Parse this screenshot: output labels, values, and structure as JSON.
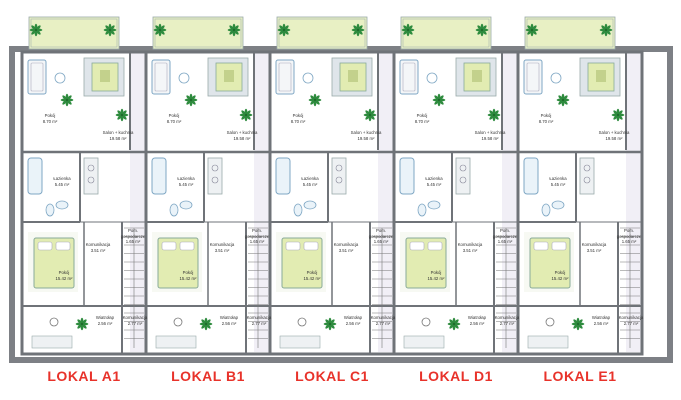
{
  "colors": {
    "wall": "#6f7378",
    "outer_wall": "#7d8085",
    "floor": "#ffffff",
    "terrace": "#e8f0c4",
    "bed_cover": "#e2ecb2",
    "stair_hall": "#e4e0ee",
    "fixture": "#7fa7c4",
    "plant": "#2e8b3e",
    "title": "#e8322a"
  },
  "units": [
    {
      "title": "LOKAL A1",
      "room_pokoj": "Pokój",
      "room_pokoj_area": "8.70 m²",
      "room_salon": "Salon + kuchnia",
      "room_salon_area": "19.58 m²",
      "room_lazienka": "Łazienka",
      "room_lazienka_area": "5.45 m²",
      "room_komunikacja": "Komunikacja",
      "room_komunikacja_area": "3.51 m²",
      "room_pom": "Pom.",
      "room_pom_2": "gospodarcze",
      "room_pom_area": "1.65 m²",
      "room_pokoj2": "Pokój",
      "room_pokoj2_area": "15.42 m²",
      "room_wiatrolap": "Wiatrołap",
      "room_wiatrolap_area": "2.56 m²",
      "room_kom2": "Komunikacja",
      "room_kom2_area": "2.77 m²"
    },
    {
      "title": "LOKAL B1",
      "room_pokoj": "Pokój",
      "room_pokoj_area": "8.70 m²",
      "room_salon": "Salon + kuchnia",
      "room_salon_area": "19.58 m²",
      "room_lazienka": "Łazienka",
      "room_lazienka_area": "5.45 m²",
      "room_komunikacja": "Komunikacja",
      "room_komunikacja_area": "3.51 m²",
      "room_pom": "Pom.",
      "room_pom_2": "gospodarcze",
      "room_pom_area": "1.65 m²",
      "room_pokoj2": "Pokój",
      "room_pokoj2_area": "15.42 m²",
      "room_wiatrolap": "Wiatrołap",
      "room_wiatrolap_area": "2.56 m²",
      "room_kom2": "Komunikacja",
      "room_kom2_area": "2.77 m²"
    },
    {
      "title": "LOKAL C1",
      "room_pokoj": "Pokój",
      "room_pokoj_area": "8.70 m²",
      "room_salon": "Salon + kuchnia",
      "room_salon_area": "19.58 m²",
      "room_lazienka": "Łazienka",
      "room_lazienka_area": "5.45 m²",
      "room_komunikacja": "Komunikacja",
      "room_komunikacja_area": "3.51 m²",
      "room_pom": "Pom.",
      "room_pom_2": "gospodarcze",
      "room_pom_area": "1.65 m²",
      "room_pokoj2": "Pokój",
      "room_pokoj2_area": "15.42 m²",
      "room_wiatrolap": "Wiatrołap",
      "room_wiatrolap_area": "2.56 m²",
      "room_kom2": "Komunikacja",
      "room_kom2_area": "2.77 m²"
    },
    {
      "title": "LOKAL D1",
      "room_pokoj": "Pokój",
      "room_pokoj_area": "8.70 m²",
      "room_salon": "Salon + kuchnia",
      "room_salon_area": "19.58 m²",
      "room_lazienka": "Łazienka",
      "room_lazienka_area": "5.45 m²",
      "room_komunikacja": "Komunikacja",
      "room_komunikacja_area": "3.51 m²",
      "room_pom": "Pom.",
      "room_pom_2": "gospodarcze",
      "room_pom_area": "1.65 m²",
      "room_pokoj2": "Pokój",
      "room_pokoj2_area": "15.42 m²",
      "room_wiatrolap": "Wiatrołap",
      "room_wiatrolap_area": "2.56 m²",
      "room_kom2": "Komunikacja",
      "room_kom2_area": "2.77 m²"
    },
    {
      "title": "LOKAL E1",
      "room_pokoj": "Pokój",
      "room_pokoj_area": "8.70 m²",
      "room_salon": "Salon + kuchnia",
      "room_salon_area": "19.58 m²",
      "room_lazienka": "Łazienka",
      "room_lazienka_area": "5.45 m²",
      "room_komunikacja": "Komunikacja",
      "room_komunikacja_area": "3.51 m²",
      "room_pom": "Pom.",
      "room_pom_2": "gospodarcze",
      "room_pom_area": "1.65 m²",
      "room_pokoj2": "Pokój",
      "room_pokoj2_area": "15.42 m²",
      "room_wiatrolap": "Wiatrołap",
      "room_wiatrolap_area": "2.56 m²",
      "room_kom2": "Komunikacja",
      "room_kom2_area": "2.77 m²"
    }
  ]
}
